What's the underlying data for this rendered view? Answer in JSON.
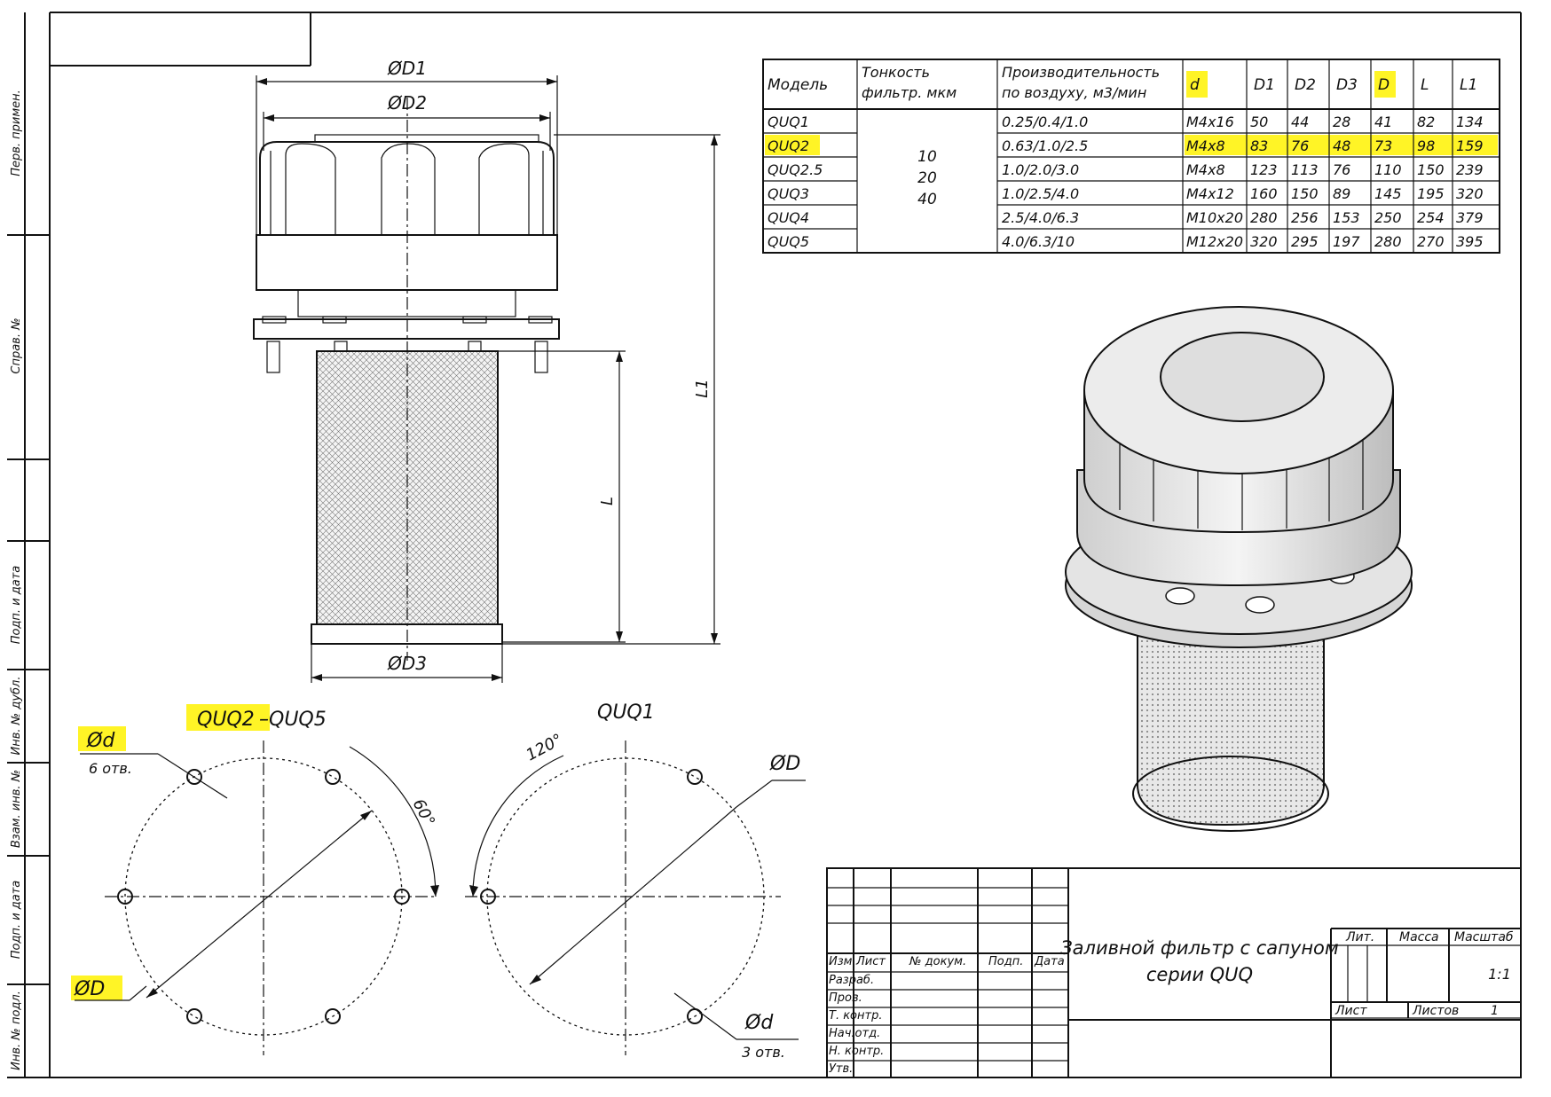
{
  "side_stamp": [
    "Перв. примен.",
    "Справ. №",
    "Подп. и дата",
    "Инв. № дубл.",
    "Взам. инв. №",
    "Подп. и дата",
    "Инв. № подл."
  ],
  "dimensions": {
    "d1": "ØD1",
    "d2": "ØD2",
    "d3": "ØD3",
    "l": "L",
    "l1": "L1"
  },
  "views": {
    "left_title_hl": "QUQ2",
    "left_title_rest": "–QUQ5",
    "left_hole": "Ød",
    "left_holes_count": "6 отв.",
    "left_angle": "60°",
    "left_diam": "ØD",
    "right_title": "QUQ1",
    "right_angle": "120°",
    "right_diam": "ØD",
    "right_hole": "Ød",
    "right_holes_count": "3 отв."
  },
  "table": {
    "headers": [
      "Модель",
      "Тонкость фильтр. мкм",
      "Производительность по воздуху, м3/мин",
      "d",
      "D1",
      "D2",
      "D3",
      "D",
      "L",
      "L1"
    ],
    "header_lines": {
      "fineness": [
        "Тонкость",
        "фильтр. мкм"
      ],
      "capacity": [
        "Производительность",
        "по воздуху, м3/мин"
      ]
    },
    "fineness_values": [
      "10",
      "20",
      "40"
    ],
    "highlight_row": 1,
    "rows": [
      [
        "QUQ1",
        "0.25/0.4/1.0",
        "M4x16",
        "50",
        "44",
        "28",
        "41",
        "82",
        "134"
      ],
      [
        "QUQ2",
        "0.63/1.0/2.5",
        "M4x8",
        "83",
        "76",
        "48",
        "73",
        "98",
        "159"
      ],
      [
        "QUQ2.5",
        "1.0/2.0/3.0",
        "M4x8",
        "123",
        "113",
        "76",
        "110",
        "150",
        "239"
      ],
      [
        "QUQ3",
        "1.0/2.5/4.0",
        "M4x12",
        "160",
        "150",
        "89",
        "145",
        "195",
        "320"
      ],
      [
        "QUQ4",
        "2.5/4.0/6.3",
        "M10x20",
        "280",
        "256",
        "153",
        "250",
        "254",
        "379"
      ],
      [
        "QUQ5",
        "4.0/6.3/10",
        "M12x20",
        "320",
        "295",
        "197",
        "280",
        "270",
        "395"
      ]
    ]
  },
  "title_block": {
    "title_line1": "Заливной фильтр с сапуном",
    "title_line2": "серии QUQ",
    "cols": [
      "Изм.",
      "Лист",
      "№ докум.",
      "Подп.",
      "Дата"
    ],
    "roles": [
      "Разраб.",
      "Пров.",
      "Т. контр.",
      "Нач.отд.",
      "Н. контр.",
      "Утв."
    ],
    "lit": "Лит.",
    "mass": "Масса",
    "scale_label": "Масштаб",
    "scale_value": "1:1",
    "sheet": "Лист",
    "sheets": "Листов",
    "sheets_value": "1"
  },
  "colors": {
    "highlight": "#fff200",
    "line": "#111111"
  }
}
